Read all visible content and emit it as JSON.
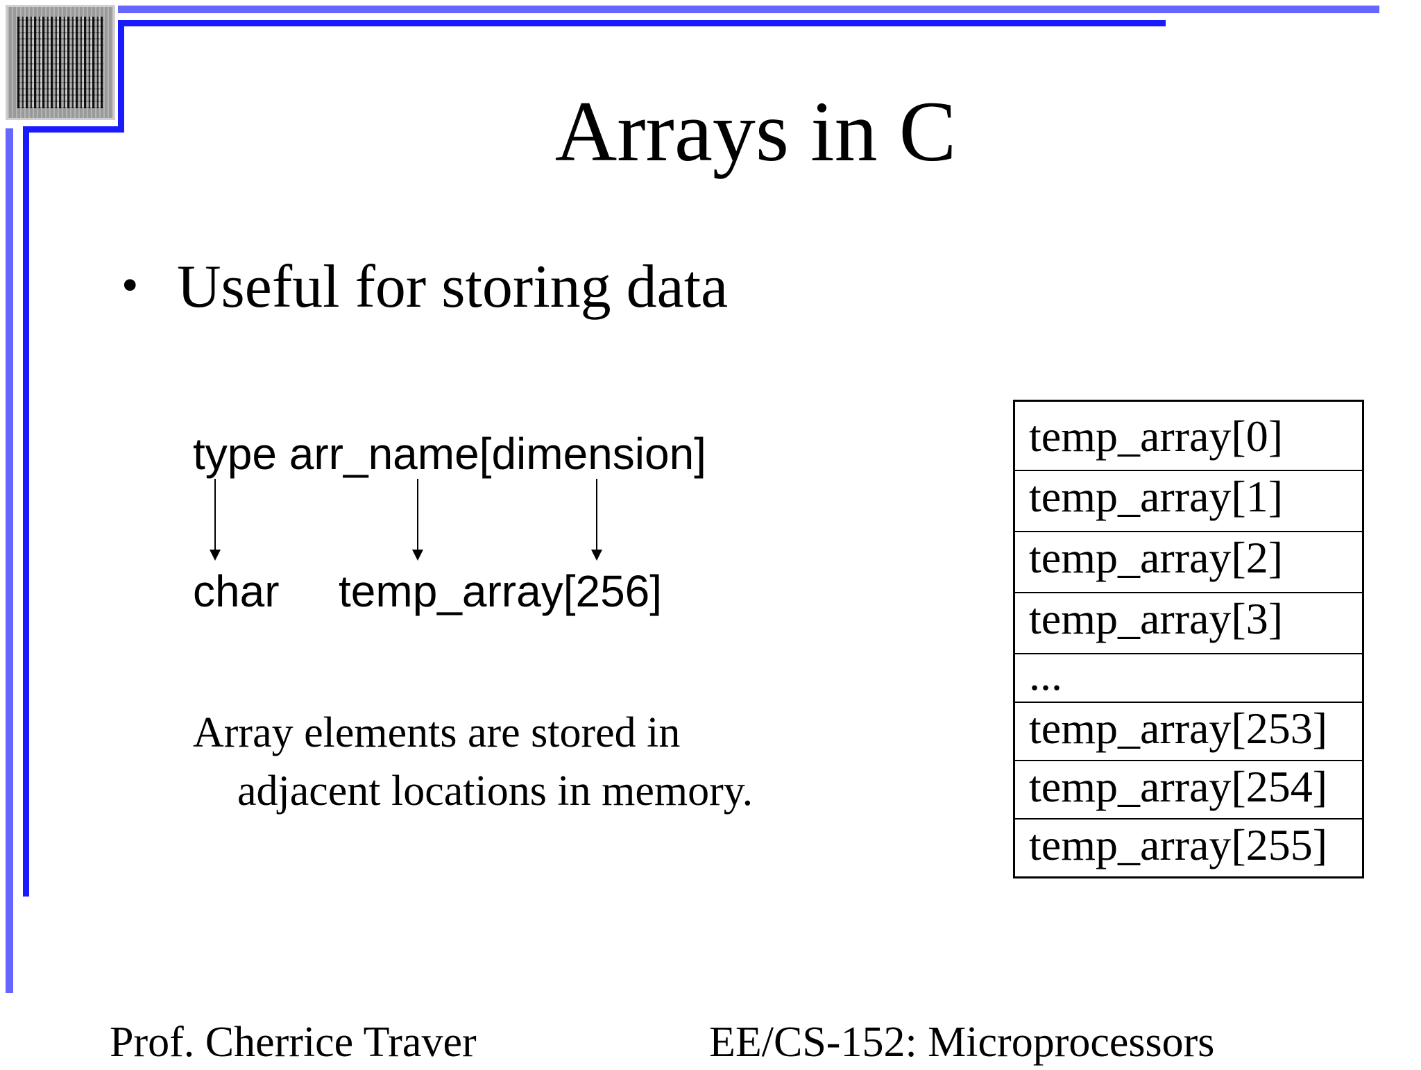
{
  "slide": {
    "title": "Arrays in C",
    "bullet": "Useful for storing data",
    "syntax_line": "type arr_name[dimension]",
    "example_type": "char",
    "example_decl": "temp_array[256]",
    "description_line1": "Array elements are stored in",
    "description_line2": "adjacent locations in memory.",
    "memory_cells": [
      "temp_array[0]",
      "temp_array[1]",
      "temp_array[2]",
      "temp_array[3]",
      "...",
      "temp_array[253]",
      "temp_array[254]",
      "temp_array[255]"
    ]
  },
  "footer": {
    "left": "Prof. Cherrice Traver",
    "right": "EE/CS-152: Microprocessors"
  },
  "colors": {
    "accent_light": "#6666ff",
    "accent_dark": "#1a1aff",
    "text": "#000000",
    "background": "#ffffff"
  },
  "icons": {
    "logo": "microchip-die-image",
    "bullet": "bullet-dot"
  }
}
